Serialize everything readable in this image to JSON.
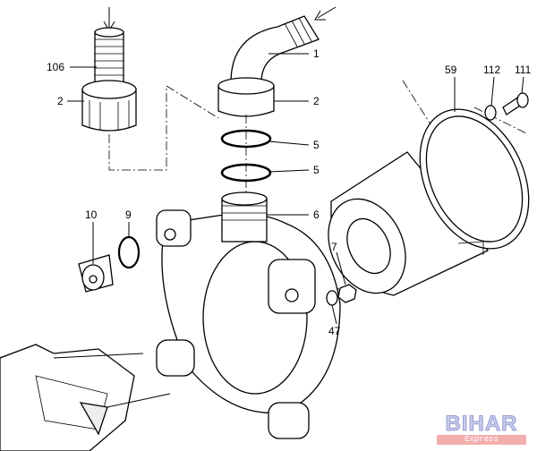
{
  "diagram": {
    "callouts": {
      "p106": "106",
      "p2_left": "2",
      "p1": "1",
      "p2_right": "2",
      "p5_top": "5",
      "p5_bottom": "5",
      "p6": "6",
      "p10": "10",
      "p9": "9",
      "p7": "7",
      "p47": "47",
      "p59": "59",
      "p112": "112",
      "p111": "111"
    },
    "watermark": {
      "title": "BIHAR",
      "subtitle": "Express"
    }
  }
}
